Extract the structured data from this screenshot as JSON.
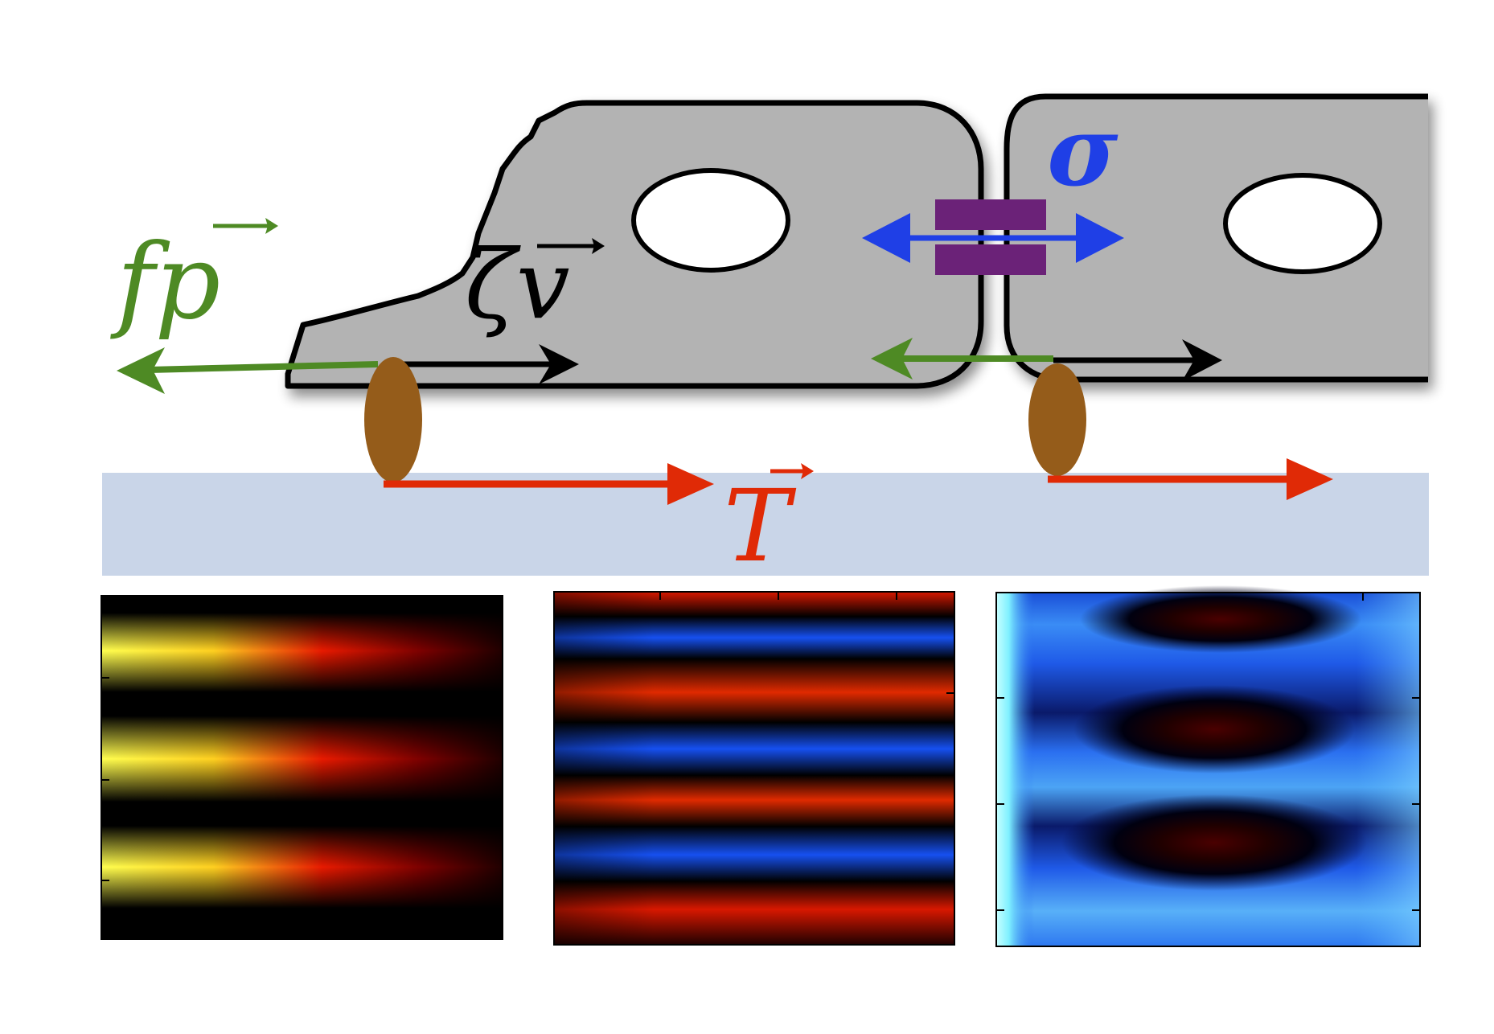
{
  "labels": {
    "active_force": "fp",
    "friction": "ζv",
    "stress": "σ",
    "traction": "T"
  },
  "colors": {
    "cell_fill": "#b3b3b3",
    "cell_outline": "#000000",
    "substrate": "#c9d5e8",
    "active_force_arrow": "#4e8a24",
    "friction_arrow": "#000000",
    "stress_arrow": "#1f3fe6",
    "junction": "#6b2278",
    "traction_arrow": "#e02a06",
    "adhesion": "#955c1a",
    "nucleus_fill": "#ffffff"
  },
  "panels": [
    {
      "name": "heatmap-hot",
      "colormap": "hot"
    },
    {
      "name": "heatmap-red-blue",
      "colormap": "red-black-blue"
    },
    {
      "name": "heatmap-blue",
      "colormap": "blue"
    }
  ]
}
